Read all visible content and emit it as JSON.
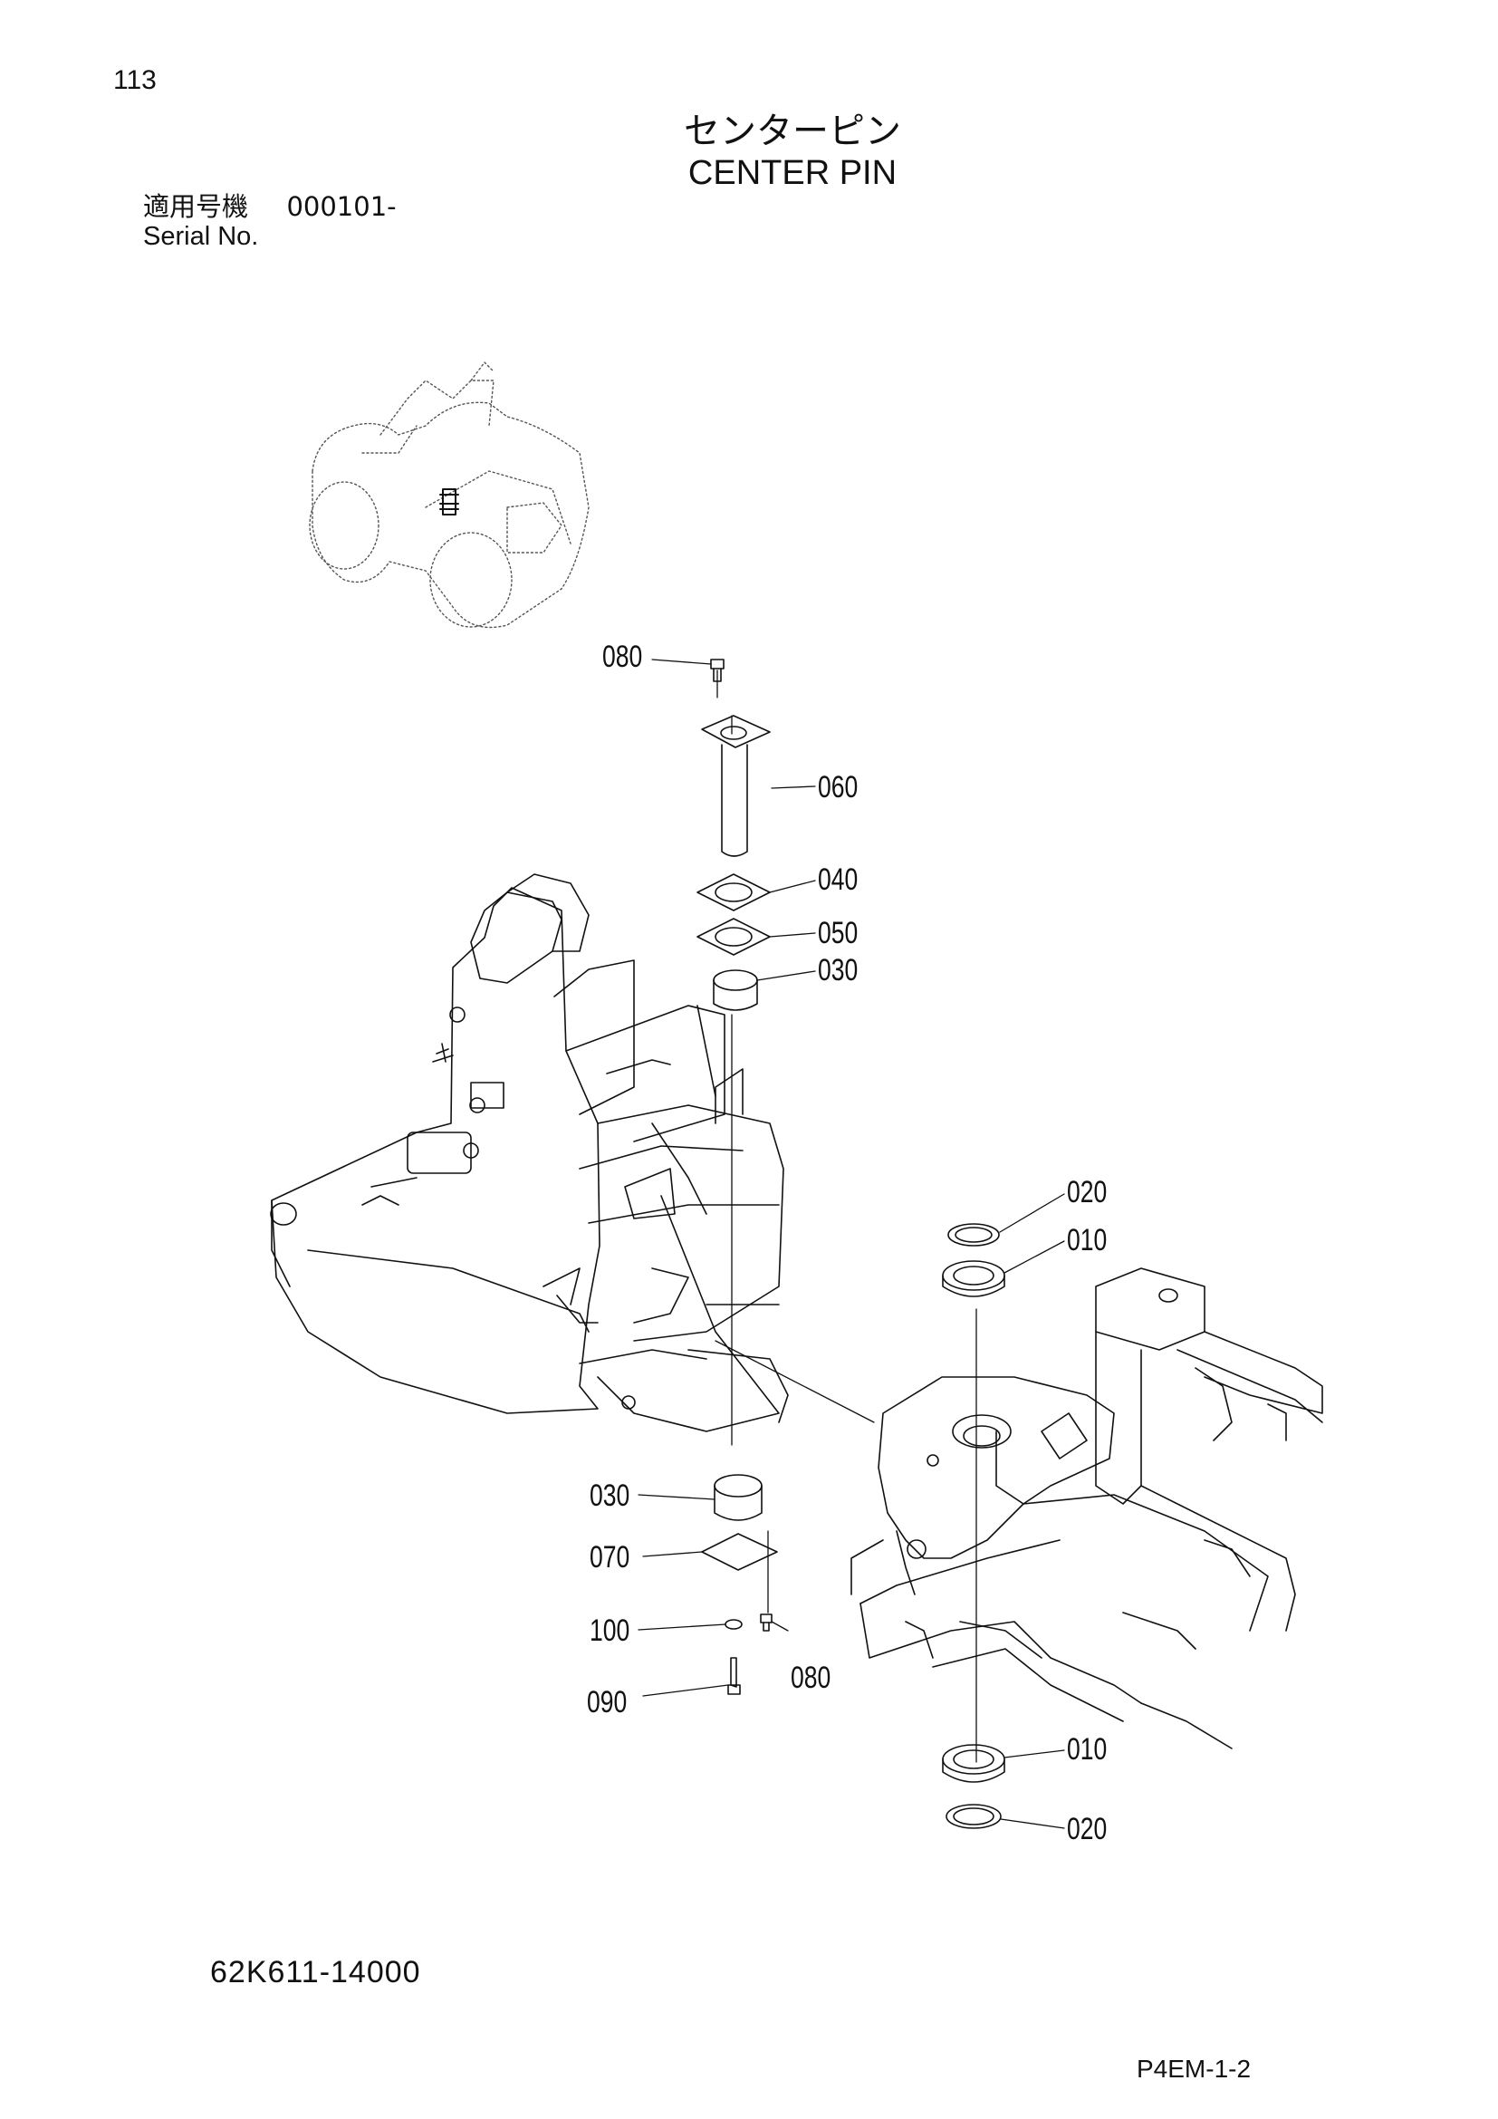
{
  "header": {
    "page_number": "113",
    "title_jp": "センターピン",
    "title_en": "CENTER PIN",
    "serial_label_jp": "適用号機",
    "serial_value": "000101-",
    "serial_label_en": "Serial No."
  },
  "callouts": [
    "080",
    "060",
    "040",
    "050",
    "030",
    "020",
    "010",
    "030",
    "070",
    "100",
    "080",
    "090",
    "010",
    "020"
  ],
  "footer": {
    "drawing_number": "62K611-14000",
    "page_code": "P4EM-1-2"
  }
}
